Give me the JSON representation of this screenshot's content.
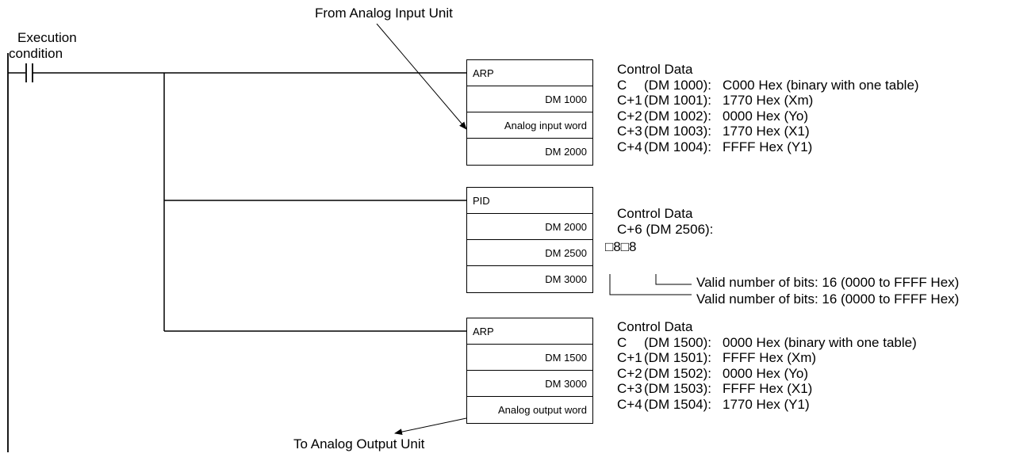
{
  "labels": {
    "from_unit": "From Analog Input Unit",
    "to_unit": "To Analog Output Unit",
    "exec_line1": "Execution",
    "exec_line2": "condition"
  },
  "instructions": [
    {
      "op": "ARP",
      "operands": [
        "DM 1000",
        "Analog input word",
        "DM 2000"
      ]
    },
    {
      "op": "PID",
      "operands": [
        "DM 2000",
        "DM 2500",
        "DM 3000"
      ]
    },
    {
      "op": "ARP",
      "operands": [
        "DM 1500",
        "DM 3000",
        "Analog output word"
      ]
    }
  ],
  "control1": {
    "title": "Control Data",
    "rows": [
      {
        "c": "C",
        "dm": "(DM 1000):",
        "v": "C000 Hex (binary with one table)"
      },
      {
        "c": "C+1",
        "dm": "(DM 1001):",
        "v": "1770 Hex (Xm)"
      },
      {
        "c": "C+2",
        "dm": "(DM 1002):",
        "v": "0000 Hex (Yo)"
      },
      {
        "c": "C+3",
        "dm": "(DM 1003):",
        "v": "1770 Hex (X1)"
      },
      {
        "c": "C+4",
        "dm": "(DM 1004):",
        "v": "FFFF Hex (Y1)"
      }
    ]
  },
  "control2": {
    "title": "Control Data",
    "line": "C+6 (DM 2506):",
    "pattern": "□8□8",
    "bits1": "Valid number of bits: 16 (0000 to FFFF Hex)",
    "bits2": "Valid number of bits: 16 (0000 to FFFF Hex)"
  },
  "control3": {
    "title": "Control Data",
    "rows": [
      {
        "c": "C",
        "dm": "(DM 1500):",
        "v": "0000 Hex (binary with one table)"
      },
      {
        "c": "C+1",
        "dm": "(DM 1501):",
        "v": "FFFF Hex (Xm)"
      },
      {
        "c": "C+2",
        "dm": "(DM 1502):",
        "v": "0000 Hex (Yo)"
      },
      {
        "c": "C+3",
        "dm": "(DM 1503):",
        "v": "FFFF Hex (X1)"
      },
      {
        "c": "C+4",
        "dm": "(DM 1504):",
        "v": "1770 Hex (Y1)"
      }
    ]
  }
}
